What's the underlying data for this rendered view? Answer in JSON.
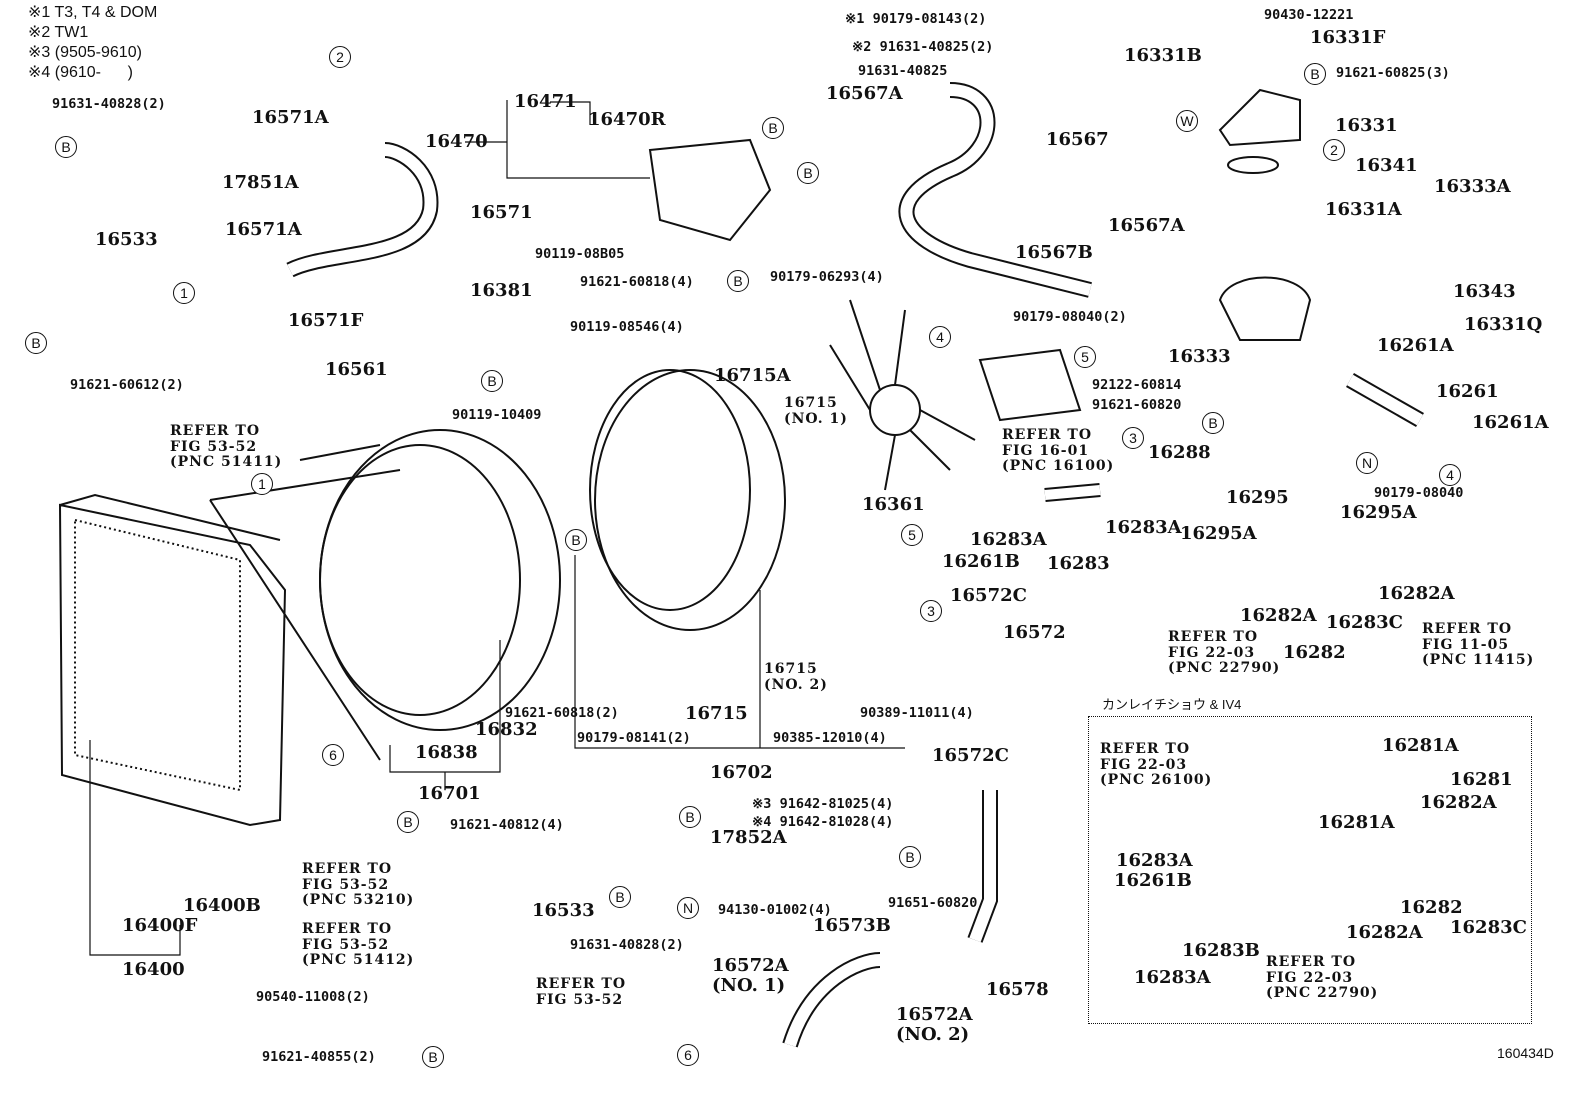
{
  "diagram_code": "160434D",
  "inset_title": "カンレイチショウ & IV4",
  "labels": [
    "※1 T3, T4 & DOM",
    "※2 TW1",
    "※3 (9505-9610)",
    "※4 (9610-      )",
    "91631-40828(2)",
    "16571A",
    "16470",
    "16471",
    "16470R",
    "※1 90179-08143(2)",
    "※2 91631-40825(2)",
    "91631-40825",
    "16567A",
    "16567",
    "90430-12221",
    "16331B",
    "16331F",
    "91621-60825(3)",
    "16331",
    "16341",
    "16333A",
    "16331A",
    "17851A",
    "16571",
    "16533",
    "16571A",
    "16571F",
    "16381",
    "90119-08B05",
    "91621-60818(4)",
    "90119-08546(4)",
    "16715A",
    "90179-06293(4)",
    "16567B",
    "16567A",
    "16343",
    "90179-08040(2)",
    "16331Q",
    "16261A",
    "16333",
    "16261",
    "16261A",
    "92122-60814",
    "91621-60820",
    "16561",
    "91621-60612(2)",
    "90119-10409",
    "16715\n(NO. 1)",
    "REFER TO\nFIG 16-01\n(PNC 16100)",
    "16288",
    "REFER TO\nFIG 53-52\n(PNC 51411)",
    "16361",
    "90179-08040",
    "16295A",
    "16295",
    "16283A",
    "16261B",
    "16283",
    "16283A",
    "16295A",
    "16572C",
    "16572",
    "16282A",
    "16282A",
    "16283C",
    "16282",
    "REFER TO\nFIG 22-03\n(PNC 22790)",
    "REFER TO\nFIG 11-05\n(PNC 11415)",
    "16715\n(NO. 2)",
    "91621-60818(2)",
    "16715",
    "90389-11011(4)",
    "16838",
    "16832",
    "90179-08141(2)",
    "90385-12010(4)",
    "16702",
    "16701",
    "16572C",
    "91621-40812(4)",
    "※3 91642-81025(4)",
    "※4 91642-81028(4)",
    "17852A",
    "REFER TO\nFIG 53-52\n(PNC 53210)",
    "16400B",
    "16400F",
    "16400",
    "REFER TO\nFIG 53-52\n(PNC 51412)",
    "16533",
    "91651-60820",
    "94130-01002(4)",
    "91631-40828(2)",
    "16573B",
    "REFER TO\nFIG 53-52",
    "90540-11008(2)",
    "16572A\n(NO. 1)",
    "16578",
    "16572A\n(NO. 2)",
    "91621-40855(2)",
    "REFER TO\nFIG 22-03\n(PNC 26100)",
    "16281A",
    "16281",
    "16282A",
    "16281A",
    "16283A",
    "16261B",
    "16283B",
    "16283A",
    "16282A",
    "16282",
    "16283C",
    "REFER TO\nFIG 22-03\n(PNC 22790)"
  ],
  "callouts": [
    "2",
    "B",
    "1",
    "B",
    "B",
    "B",
    "B",
    "B",
    "1",
    "B",
    "6",
    "B",
    "B",
    "B",
    "N",
    "B",
    "6",
    "B",
    "4",
    "5",
    "3",
    "5",
    "3",
    "W",
    "B",
    "2",
    "B",
    "N",
    "4"
  ]
}
